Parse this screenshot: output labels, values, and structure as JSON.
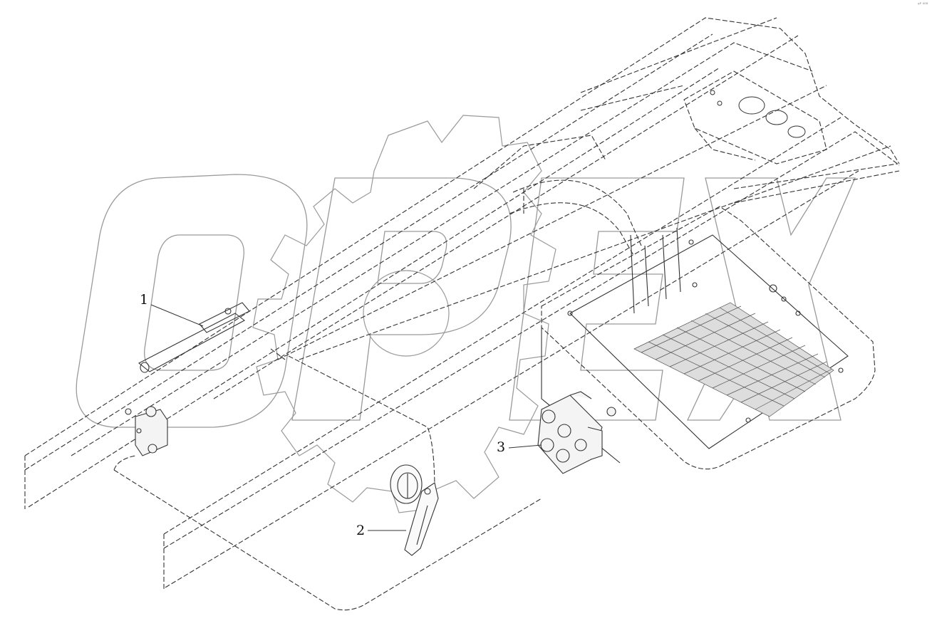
{
  "diagram": {
    "watermark_text": "OPEX",
    "corner_mark": "ᵍᴾ ⁰⁰⁸",
    "callouts": [
      {
        "number": "1"
      },
      {
        "number": "2"
      },
      {
        "number": "3"
      }
    ]
  },
  "colors": {
    "line": "#333333",
    "background": "#ffffff",
    "watermark_fill": "#ececec",
    "watermark_stroke": "#9a9a9a"
  }
}
